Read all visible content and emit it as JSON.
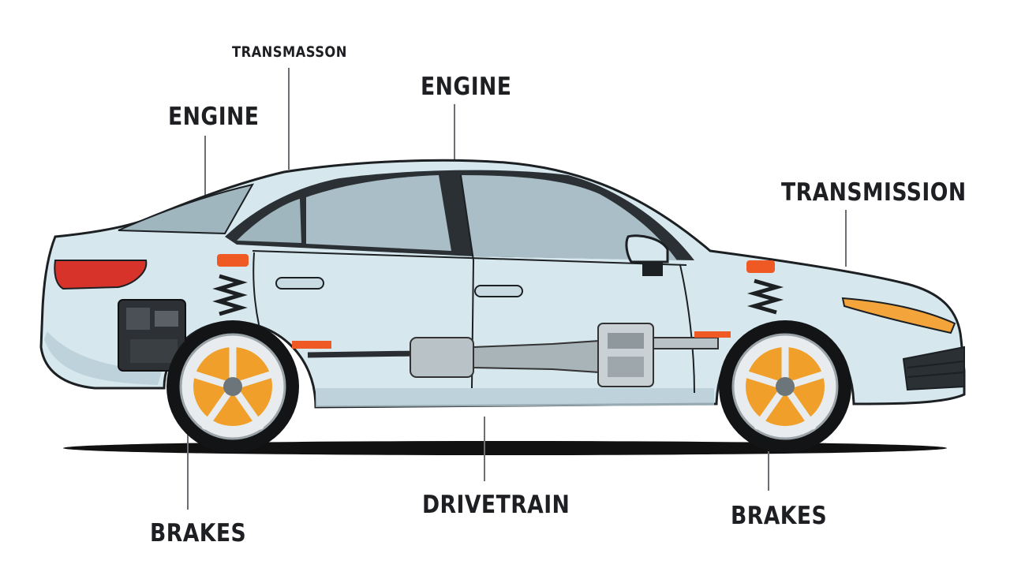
{
  "labels": {
    "engine_rear": "ENGINE",
    "transmission_top": "TRANSMASSON",
    "engine_roof": "ENGINE",
    "transmission_front": "TRANSMISSION",
    "drivetrain": "DRIVETRAIN",
    "brakes_rear": "BRAKES",
    "brakes_front": "BRAKES"
  },
  "colors": {
    "body": "#d6e8ee",
    "body_shadow": "#b7ccd4",
    "glass": "#9fb6be",
    "outline": "#1c2023",
    "brake_caliper": "#f0a02a",
    "accent_orange": "#ef5a24",
    "tail_light": "#d8332a",
    "ground_shadow": "#111111"
  }
}
